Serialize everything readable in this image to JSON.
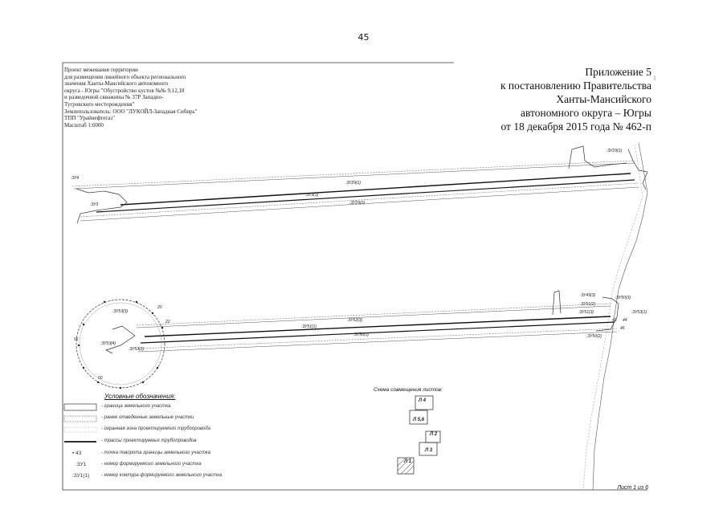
{
  "page_number": "45",
  "appendix": {
    "line1": "Приложение 5",
    "line2": "к постановлению Правительства",
    "line3": "Ханты-Мансийского",
    "line4": "автономного округа – Югры",
    "line5": "от 18 декабря 2015 года № 462-п"
  },
  "info": [
    "Проект межевания территории",
    "для размещения линейного объекта регионального",
    "значения Ханты-Мансийского автономного",
    "округа - Югры \"Обустройство кустов №№ 9,12,18",
    "и разведочной скважины № 37Р Западно-",
    "Тугровского месторождения\"",
    "Землепользователь: ООО \"ЛУКОЙЛ-Западная Сибирь\"",
    "ТПП \"Урайнефтегаз\"",
    "Масштаб 1:6000"
  ],
  "legend": {
    "title": "Условные обозначения:",
    "items": [
      {
        "sym": "",
        "text": "- граница земельного участка"
      },
      {
        "sym": "",
        "text": "- ранее отведенные земельные участки"
      },
      {
        "sym": "",
        "text": "- охранная зона проектируемого трубопровода"
      },
      {
        "sym": "",
        "text": "- трассы проектируемых трубопроводов"
      },
      {
        "sym": "• 43",
        "text": "- точка поворота границы земельного участка"
      },
      {
        "sym": ":ЗУ1",
        "text": "- номер формируемого земельного участка"
      },
      {
        "sym": ":ЗУ1(1)",
        "text": "- номер контура формируемого земельного участка"
      }
    ]
  },
  "scheme": {
    "title": "Схема совмещения листов:",
    "sheets": [
      "Л 4",
      "Л 5,6",
      "Л 2",
      "Л 3",
      "Л 1"
    ]
  },
  "map_labels": {
    "zu4": ":ЗУ4",
    "zu3": ":ЗУ3",
    "zu29_1": ":ЗУ29(1)",
    "zu3_1": ":ЗУ3(1)",
    "zu29_2": ":ЗУ29(2)",
    "zu29_top": ":ЗУ29(1)",
    "zu53_3": ":ЗУ53(3)",
    "zu53_4": ":ЗУ53(4)",
    "zu53_2": ":ЗУ53(2)",
    "zu52_3": ":ЗУ52(3)",
    "zu50_1": ":ЗУ50(1)",
    "zu51_1": ":ЗУ51(1)",
    "zu50_2": ":ЗУ50(2)",
    "zu49_3": ":ЗУ49(3)",
    "zu51_2": ":ЗУ51(2)",
    "zu50_3": ":ЗУ50(3)",
    "zu51_3": ":ЗУ51(3)",
    "zu53_1": ":ЗУ53(1)",
    "p43": "43",
    "p44": "44",
    "p46": "46",
    "p22": "22",
    "p20": "20",
    "p56": "56",
    "p60": "60"
  },
  "sheet_label": "Лист 1 из 6"
}
